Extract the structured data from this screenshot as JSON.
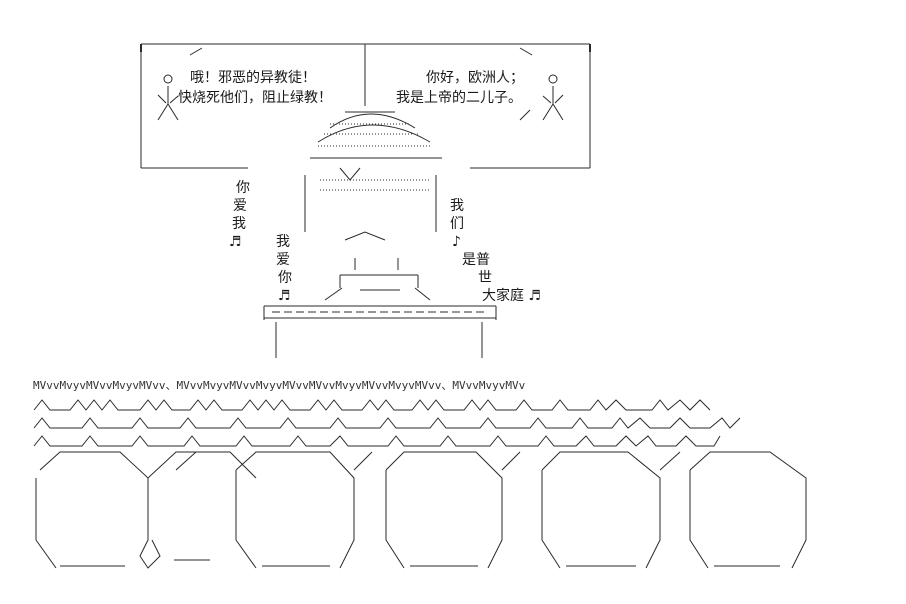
{
  "left_bubble": {
    "line1": "哦！邪恶的异教徒！",
    "line2": "快烧死他们，阻止绿教！"
  },
  "right_bubble": {
    "line1": "你好，欧洲人；",
    "line2": "我是上帝的二儿子。"
  },
  "left_chant_1": [
    "你",
    "爱",
    "我",
    "♬"
  ],
  "left_chant_2": [
    "我",
    "爱",
    "你",
    "♬"
  ],
  "right_chant_1": [
    "我",
    "们",
    "♪"
  ],
  "right_chant_2": [
    "是普",
    "世",
    "大家庭 ♬"
  ],
  "crowd_text_row": "MVvvMvyvMVvvMvyvMVvv、MVvvMvyvMVvvMvyvMVvvMVvvMvyvMVvvMvyvMVvv、MVvvMvyvMVv",
  "colors": {
    "ink": "#1a1a1a",
    "background": "#ffffff"
  }
}
